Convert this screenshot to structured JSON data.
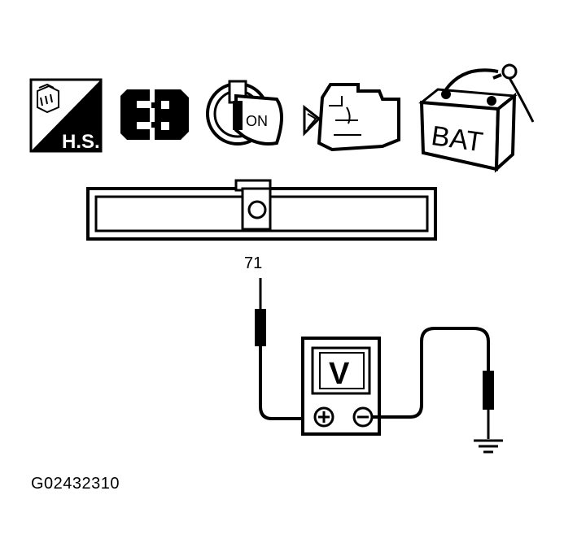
{
  "icons": {
    "harness_badge": "H.S.",
    "ignition_key": "ON",
    "battery": "BAT"
  },
  "connector": {
    "terminal_number": "71"
  },
  "meter": {
    "mode_letter": "V"
  },
  "figure_id": "G02432310",
  "colors": {
    "ink": "#000000",
    "paper": "#ffffff"
  }
}
